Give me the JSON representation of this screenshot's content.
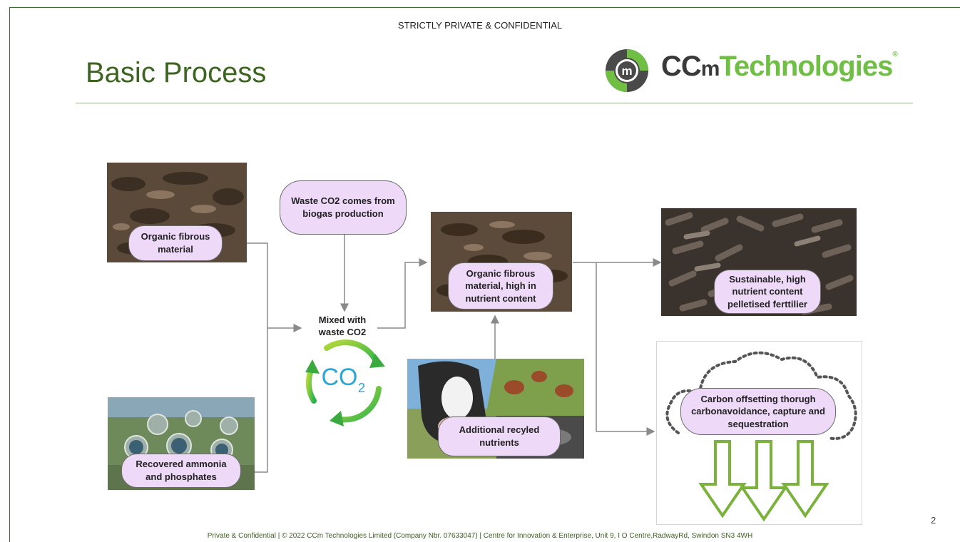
{
  "header": {
    "confidential": "STRICTLY PRIVATE & CONFIDENTIAL",
    "title": "Basic Process"
  },
  "logo": {
    "mark_letter": "m",
    "part1": "CC",
    "part2": "m",
    "part3": "Technologies",
    "reg": "®",
    "colors": {
      "green": "#6fbf44",
      "dark": "#3a3a3a"
    }
  },
  "diagram": {
    "organic": "Organic fibrous material",
    "ammonia": "Recovered ammonia and phosphates",
    "waste_co2": "Waste CO2 comes from biogas production",
    "mixed": "Mixed with waste CO2",
    "co2_symbol": "CO",
    "co2_sub": "2",
    "organic_high": "Organic fibrous material, high in nutrient content",
    "recycled": "Additional recyled nutrients",
    "fertiliser": "Sustainable, high nutrient content pelletised ferttilier",
    "carbon": "Carbon offsetting thorugh carbonavoidance, capture and sequestration"
  },
  "colors": {
    "title_green": "#3d6420",
    "bubble": "#eed9f8",
    "arrow": "#8a8a8a"
  },
  "page_number": "2",
  "footer": "Private & Confidential | © 2022 CCm Technologies Limited (Company Nbr. 07633047) | Centre for Innovation & Enterprise, Unit 9, I O Centre,RadwayRd, Swindon SN3 4WH"
}
